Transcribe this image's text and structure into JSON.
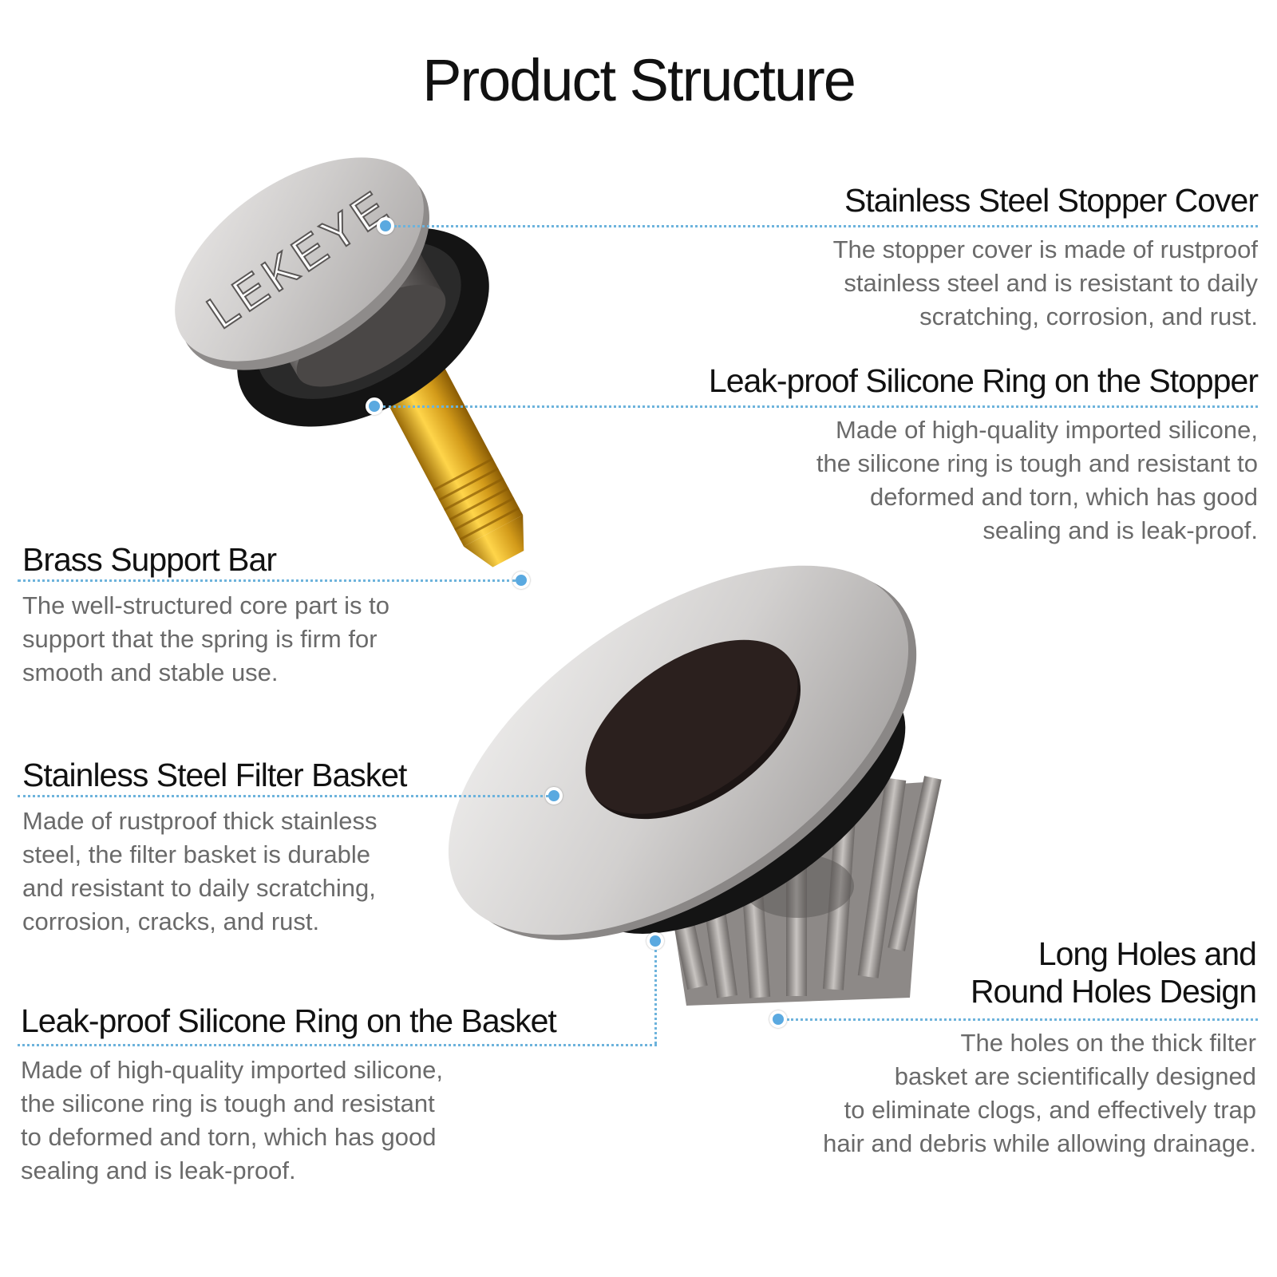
{
  "title": "Product Structure",
  "brand_mark": "LEKEYE",
  "colors": {
    "callout": "#5aa9e0",
    "heading": "#111111",
    "description": "#6a6a6a",
    "steel": "#c9c7c6",
    "brass": "#d8a020",
    "rubber": "#1a1a1a"
  },
  "callouts": {
    "stopper_cover": {
      "heading": "Stainless Steel Stopper Cover",
      "description": [
        "The stopper cover is made of rustproof",
        "stainless steel and is resistant to daily",
        "scratching, corrosion, and rust."
      ]
    },
    "stopper_ring": {
      "heading": "Leak-proof Silicone Ring on the Stopper",
      "description": [
        "Made of high-quality imported silicone,",
        "the silicone ring is tough and resistant to",
        "deformed and torn, which has good",
        "sealing and is leak-proof."
      ]
    },
    "brass_bar": {
      "heading": "Brass Support Bar",
      "description": [
        "The well-structured core part is to",
        "support that the spring is firm for",
        "smooth and stable use."
      ]
    },
    "filter_basket": {
      "heading": "Stainless Steel Filter Basket",
      "description": [
        "Made of rustproof thick stainless",
        "steel, the filter basket is durable",
        "and resistant to daily scratching,",
        "corrosion, cracks, and rust."
      ]
    },
    "basket_ring": {
      "heading": "Leak-proof Silicone Ring on the Basket",
      "description": [
        "Made of high-quality imported silicone,",
        "the silicone ring is tough and resistant",
        "to deformed and torn, which has good",
        "sealing and is leak-proof."
      ]
    },
    "holes_design": {
      "heading": [
        "Long Holes and",
        "Round Holes Design"
      ],
      "description": [
        "The holes on the thick filter",
        "basket are scientifically designed",
        "to eliminate clogs, and effectively trap",
        "hair and debris while allowing drainage."
      ]
    }
  }
}
